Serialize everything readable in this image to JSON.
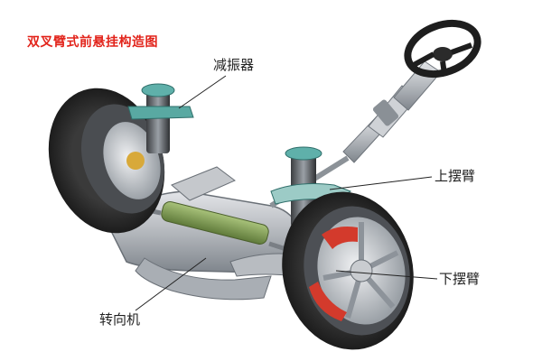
{
  "title": "双叉臂式前悬挂构造图",
  "labels": {
    "damper": "减振器",
    "upper_arm": "上摆臂",
    "lower_arm": "下摆臂",
    "steering_gear": "转向机"
  },
  "colors": {
    "title": "#e2231a",
    "label": "#222222",
    "subframe": "#b9bcc1",
    "tire": "#2a2a2a",
    "accent_teal": "#4fa6a0",
    "rack_green": "#7e9a52",
    "brake_red": "#d33a2c"
  }
}
